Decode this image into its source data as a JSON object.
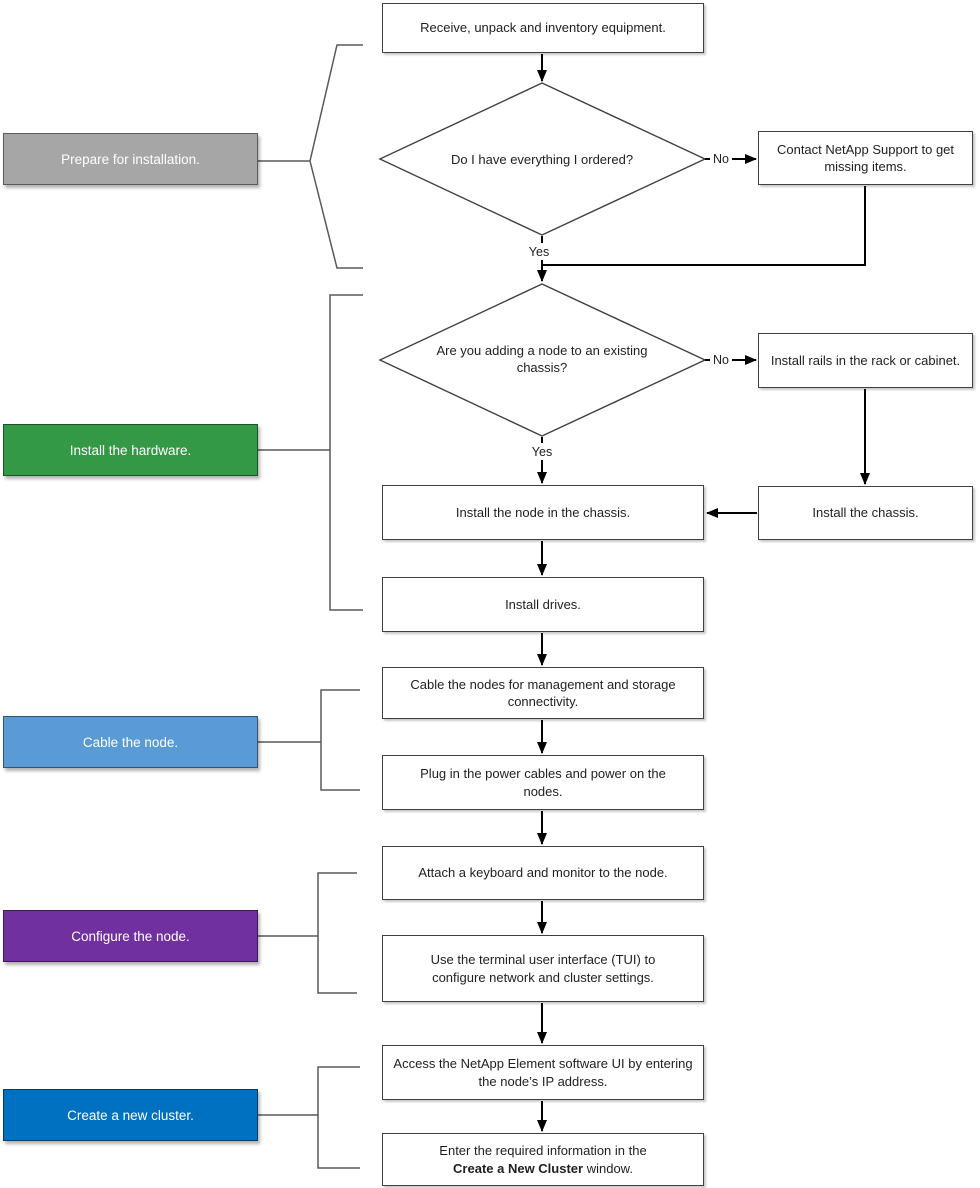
{
  "phases": [
    {
      "label": "Prepare for installation.",
      "color": "#A6A6A6"
    },
    {
      "label": "Install the hardware.",
      "color": "#339946"
    },
    {
      "label": "Cable the node.",
      "color": "#5B9BD5"
    },
    {
      "label": "Configure the node.",
      "color": "#7030A0"
    },
    {
      "label": "Create a new cluster.",
      "color": "#0070C0"
    }
  ],
  "decisions": [
    {
      "question": "Do I have everything I ordered?",
      "yes": "Yes",
      "no": "No"
    },
    {
      "question": "Are you adding a node to an existing chassis?",
      "yes": "Yes",
      "no": "No"
    }
  ],
  "steps": {
    "receive": "Receive, unpack and inventory equipment.",
    "contact_support": "Contact NetApp Support to get missing items.",
    "install_rails": "Install rails in the rack or cabinet.",
    "install_chassis": "Install the chassis.",
    "install_node": "Install the node in the chassis.",
    "install_drives": "Install drives.",
    "cable_nodes": "Cable the nodes for management and storage connectivity.",
    "plug_power": "Plug in the power cables and power on the nodes.",
    "attach_keyboard": "Attach a keyboard and monitor to the node.",
    "use_tui": "Use the terminal user interface (TUI) to configure network and cluster settings.",
    "access_ui": "Access the NetApp Element software UI by entering the node’s IP address.",
    "enter_info": {
      "line1": "Enter the required information in the",
      "bold": "Create a New Cluster",
      "rest": " window."
    }
  }
}
